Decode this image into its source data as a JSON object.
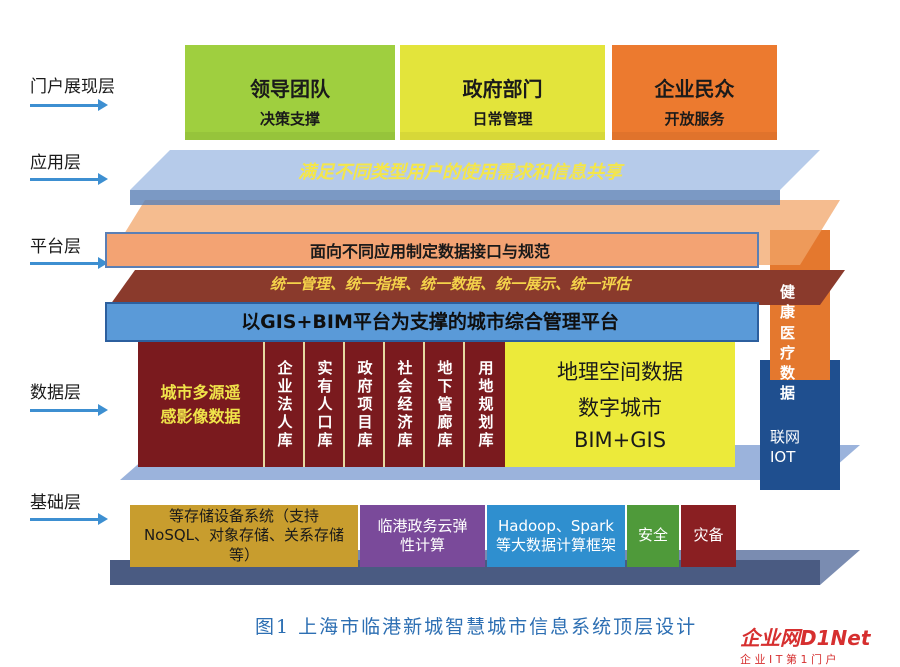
{
  "layers": {
    "portal": "门户展现层",
    "application": "应用层",
    "platform": "平台层",
    "data": "数据层",
    "infrastructure": "基础层"
  },
  "portal_boxes": [
    {
      "title": "领导团队",
      "subtitle": "决策支撑",
      "color": "#9fcf3f"
    },
    {
      "title": "政府部门",
      "subtitle": "日常管理",
      "color": "#e3e43b"
    },
    {
      "title": "企业民众",
      "subtitle": "开放服务",
      "color": "#ec7a2f"
    }
  ],
  "application_banner": "满足不同类型用户的使用需求和信息共享",
  "platform_interface": "面向不同应用制定数据接口与规范",
  "unified_banner": "统一管理、统一指挥、统一数据、统一展示、统一评估",
  "platform_main": "以GIS+BIM平台为支撑的城市综合管理平台",
  "data_columns": {
    "remote_sensing": "城市多源遥感影像数据",
    "cols": [
      "企业法人库",
      "实有人口库",
      "政府项目库",
      "社会经济库",
      "地下管廊库",
      "用地规划库"
    ]
  },
  "geo_box": {
    "line1": "地理空间数据",
    "line2": "数字城市",
    "line3": "BIM+GIS"
  },
  "side_labels": {
    "health": "健康医疗数据",
    "iot": "联网 IOT"
  },
  "infrastructure": {
    "storage_title": "磁盘阵列",
    "storage": "等存储设备系统（支持NoSQL、对象存储、关系存储等）",
    "cloud": "临港政务云弹性计算",
    "bigdata": "Hadoop、Spark等大数据计算框架",
    "security": "安全",
    "disaster": "灾备"
  },
  "caption": "图1   上海市临港新城智慧城市信息系统顶层设计",
  "watermark": {
    "brand": "企业网D1Net",
    "sub": "企 业 I T 第 1 门 户"
  },
  "colors": {
    "arrow": "#3d8fd1",
    "maroon": "#7a1a1e",
    "yellow": "#ecea3a",
    "caption": "#2d6fb3"
  }
}
